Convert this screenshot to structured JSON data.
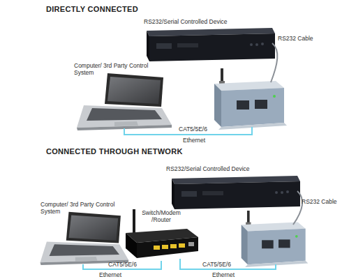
{
  "diagram": {
    "nodes": [
      {
        "text": [
          "RS232/Serial Controlled Device"
        ]
      },
      {
        "text": [
          "Computer/ 3rd Party Control System"
        ]
      },
      {
        "text": [
          "RS232/Serial Controlled Device"
        ]
      },
      {
        "text": [
          "Computer/ 3rd Party Control System"
        ]
      },
      {
        "text": [
          "Switch/Modem /Router"
        ]
      }
    ],
    "edges": [
      {
        "from": 3,
        "to": 4,
        "arrow": "none",
        "label": "CAT5/5E/6"
      }
    ],
    "labels": [
      "DIRECTLY CONNECTED",
      "RS232 Cable",
      "CAT5/5E/6",
      "Ethernet",
      "CONNECTED THROUGH NETWORK",
      "RS232 Cable",
      "CAT5/5E/6",
      "Ethernet",
      "Ethernet"
    ]
  }
}
